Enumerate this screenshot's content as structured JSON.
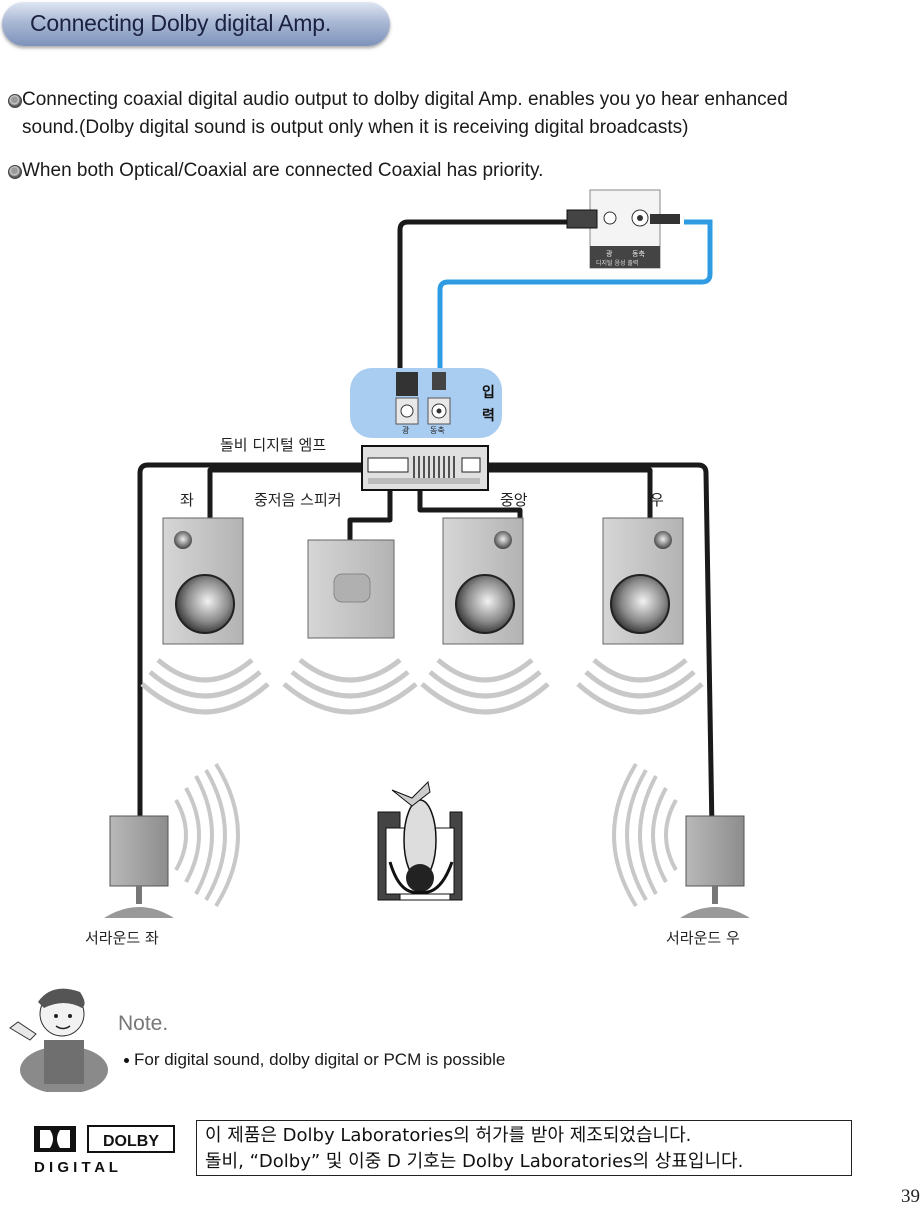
{
  "header": {
    "title": "Connecting Dolby digital Amp."
  },
  "intro": {
    "p1_line1": "Connecting coaxial digital audio output to dolby digital Amp. enables you yo hear enhanced",
    "p1_line2": "sound.(Dolby digital sound is output only when it is receiving digital broadcasts)",
    "p2": "When both Optical/Coaxial are connected Coaxial has priority."
  },
  "diagram": {
    "tv_panel": {
      "label_optical": "광",
      "label_coaxial": "동축",
      "caption": "디지털 음성 출력"
    },
    "amp_input": {
      "label_optical": "광",
      "label_coaxial": "동축",
      "input_char1": "입",
      "input_char2": "력"
    },
    "amp_label": "돌비 디지털 엠프",
    "speakers": {
      "left": "좌",
      "subwoofer": "중저음 스피커",
      "center": "중앙",
      "right": "우",
      "surround_left": "서라운드 좌",
      "surround_right": "서라운드 우"
    }
  },
  "note": {
    "title": "Note.",
    "item": "For digital sound, dolby digital or PCM is possible"
  },
  "logo": {
    "brand": "DOLBY",
    "sub": "D I G I T A L"
  },
  "trademark": {
    "line1": "이 제품은 Dolby Laboratories의 허가를 받아 제조되었습니다.",
    "line2": "돌비, “Dolby” 및 이중 D 기호는 Dolby Laboratories의 상표입니다."
  },
  "page_number": "39",
  "colors": {
    "cable_black": "#1a1a1a",
    "cable_blue": "#2f9be3",
    "amp_panel": "#a9cdf0",
    "title_pill": "#8fa3c9"
  }
}
